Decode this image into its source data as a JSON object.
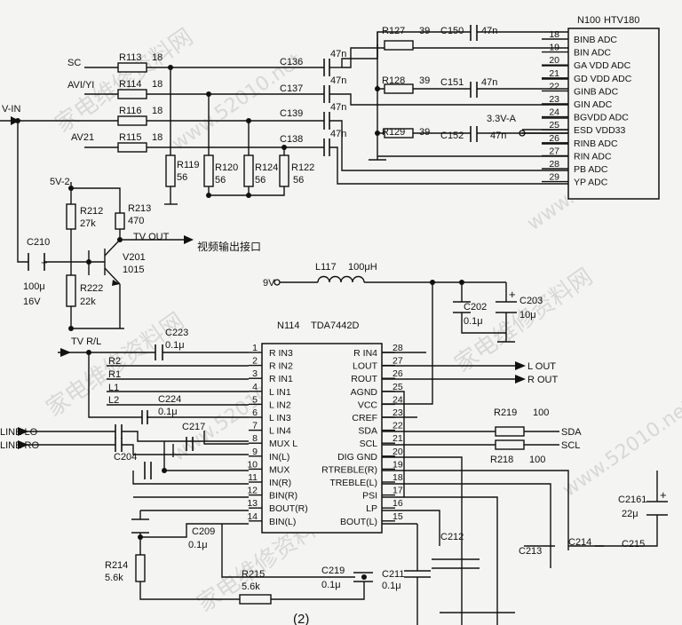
{
  "watermark": [
    "家电维修资料网",
    "www.52010.net"
  ],
  "htv180": {
    "ref": "N100",
    "part": "HTV180",
    "pins": [
      {
        "num": "18",
        "name": "BINB ADC"
      },
      {
        "num": "19",
        "name": "BIN ADC"
      },
      {
        "num": "20",
        "name": "GA VDD ADC"
      },
      {
        "num": "21",
        "name": "GD VDD ADC"
      },
      {
        "num": "22",
        "name": "GINB ADC"
      },
      {
        "num": "23",
        "name": "GIN ADC"
      },
      {
        "num": "24",
        "name": "BGVDD ADC"
      },
      {
        "num": "25",
        "name": "ESD VDD33"
      },
      {
        "num": "26",
        "name": "RINB ADC"
      },
      {
        "num": "27",
        "name": "RIN ADC"
      },
      {
        "num": "28",
        "name": "PB ADC"
      },
      {
        "num": "29",
        "name": "YP ADC"
      }
    ]
  },
  "tda7442": {
    "ref": "N114",
    "part": "TDA7442D",
    "left_pins": [
      {
        "num": "1",
        "name": "R IN3"
      },
      {
        "num": "2",
        "name": "R IN2"
      },
      {
        "num": "3",
        "name": "R IN1"
      },
      {
        "num": "4",
        "name": "L IN1"
      },
      {
        "num": "5",
        "name": "L IN2"
      },
      {
        "num": "6",
        "name": "L IN3"
      },
      {
        "num": "7",
        "name": "L IN4"
      },
      {
        "num": "8",
        "name": "MUX L"
      },
      {
        "num": "9",
        "name": "IN(L)"
      },
      {
        "num": "10",
        "name": "MUX"
      },
      {
        "num": "11",
        "name": "IN(R)"
      },
      {
        "num": "12",
        "name": "BIN(R)"
      },
      {
        "num": "13",
        "name": "BOUT(R)"
      },
      {
        "num": "14",
        "name": "BIN(L)"
      }
    ],
    "right_pins": [
      {
        "num": "28",
        "name": "R IN4"
      },
      {
        "num": "27",
        "name": "LOUT"
      },
      {
        "num": "26",
        "name": "ROUT"
      },
      {
        "num": "25",
        "name": "AGND"
      },
      {
        "num": "24",
        "name": "VCC"
      },
      {
        "num": "23",
        "name": "CREF"
      },
      {
        "num": "22",
        "name": "SDA"
      },
      {
        "num": "21",
        "name": "SCL"
      },
      {
        "num": "20",
        "name": "DIG GND"
      },
      {
        "num": "19",
        "name": "RTREBLE(R)"
      },
      {
        "num": "18",
        "name": "TREBLE(L)"
      },
      {
        "num": "17",
        "name": "PSI"
      },
      {
        "num": "16",
        "name": "LP"
      },
      {
        "num": "15",
        "name": "BOUT(L)"
      }
    ]
  },
  "labels": {
    "sc": "SC",
    "avi_yi": "AVI/YI",
    "v_in": "V-IN",
    "av21": "AV21",
    "r113": "R113",
    "r113_val": "18",
    "r114": "R114",
    "r114_val": "18",
    "r116": "R116",
    "r116_val": "18",
    "r115": "R115",
    "r115_val": "18",
    "c136": "C136",
    "c137": "C137",
    "c139": "C139",
    "c138": "C138",
    "c_47n_a": "47n",
    "c_47n_b": "47n",
    "c_47n_c": "47n",
    "c_47n_d": "47n",
    "r127": "R127",
    "r127_val": "39",
    "r128": "R128",
    "r128_val": "39",
    "r129": "R129",
    "r129_val": "39",
    "c150": "C150",
    "c150_val": "47n",
    "c151": "C151",
    "c151_val": "47n",
    "c152": "C152",
    "c152_val": "47n",
    "v33a": "3.3V-A",
    "r119": "R119",
    "r119_val": "56",
    "r120": "R120",
    "r120_val": "56",
    "r124": "R124",
    "r124_val": "56",
    "r122": "R122",
    "r122_val": "56",
    "v5_2": "5V-2",
    "r212": "R212",
    "r212_val": "27k",
    "r213": "R213",
    "r213_val": "470",
    "tv_out": "TV OUT",
    "video_out_port": "视频输出接口",
    "c210": "C210",
    "c210_val": "100μ",
    "c210_volt": "16V",
    "v201": "V201",
    "v201_val": "1015",
    "r222": "R222",
    "r222_val": "22k",
    "v9": "9V",
    "l117": "L117",
    "l117_val": "100μH",
    "c202": "C202",
    "c202_val": "0.1μ",
    "c203": "C203",
    "c203_val": "10μ",
    "tv_rl": "TV R/L",
    "c223": "C223",
    "c223_val": "0.1μ",
    "r2": "R2",
    "r1": "R1",
    "l1": "L1",
    "l2": "L2",
    "c224": "C224",
    "c224_val": "0.1μ",
    "line_lo": "LINE LO",
    "line_ro": "LINE RO",
    "c217": "C217",
    "c204": "C204",
    "l_out": "L OUT",
    "r_out": "R OUT",
    "r219": "R219",
    "r219_val": "100",
    "r218": "R218",
    "r218_val": "100",
    "sda": "SDA",
    "scl": "SCL",
    "c2161": "C2161",
    "c2161_val": "22μ",
    "c209": "C209",
    "c209_val": "0.1μ",
    "r214": "R214",
    "r214_val": "5.6k",
    "r215": "R215",
    "r215_val": "5.6k",
    "c219": "C219",
    "c219_val": "0.1μ",
    "c211": "C211",
    "c211_val": "0.1μ",
    "c212": "C212",
    "c213": "C213",
    "c214": "C214",
    "c215": "C215",
    "plus_a": "+",
    "plus_b": "+",
    "plus_c": "+",
    "figure_num": "(2)"
  }
}
